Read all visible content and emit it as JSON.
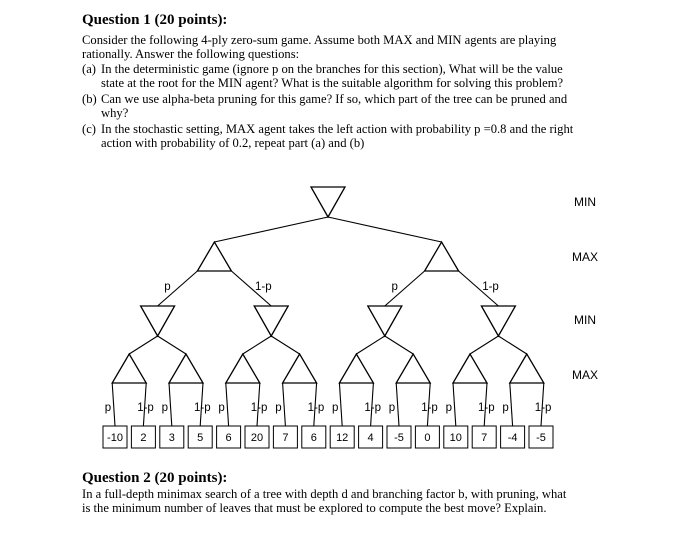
{
  "q1": {
    "title": "Question 1 (20 points):",
    "intro_line1": "Consider the following 4-ply zero-sum game. Assume both MAX and MIN agents are playing",
    "intro_line2": "rationally. Answer the following questions:",
    "a_label": "(a)",
    "a_line1": "In the deterministic game (ignore p on the branches for this section), What will be the value",
    "a_line2": "state at the root for the MIN agent? What is the suitable algorithm for solving this problem?",
    "b_label": "(b)",
    "b_line1": "Can we use alpha-beta pruning for this game? If so, which part of the tree can be pruned and",
    "b_line2": "why?",
    "c_label": "(c)",
    "c_line1": "In the stochastic setting, MAX agent takes the left action with probability p =0.8 and the right",
    "c_line2": "action with probability of 0.2, repeat part (a) and (b)"
  },
  "tree": {
    "level_labels": [
      "MIN",
      "MAX",
      "MIN",
      "MAX"
    ],
    "p_label": "p",
    "one_minus_p_label": "1-p",
    "leaves": [
      "-10",
      "2",
      "3",
      "5",
      "6",
      "20",
      "7",
      "6",
      "12",
      "4",
      "-5",
      "0",
      "10",
      "7",
      "-4",
      "-5"
    ]
  },
  "q2": {
    "title": "Question 2 (20 points):",
    "line1": "In a full-depth minimax search of a tree with depth d and branching factor b, with pruning, what",
    "line2": "is the minimum number of leaves that must be explored to compute the best move? Explain."
  }
}
